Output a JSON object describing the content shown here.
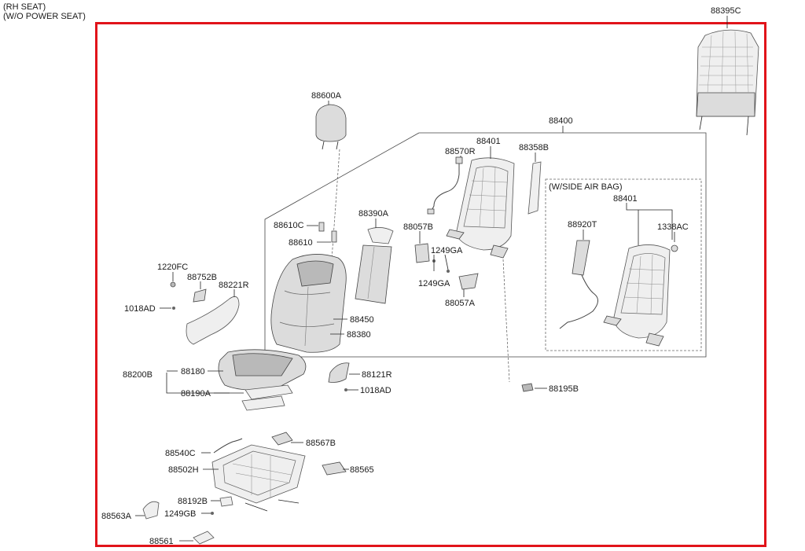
{
  "header": {
    "line1": "(RH SEAT)",
    "line2": "(W/O POWER SEAT)"
  },
  "subbox_title": "(W/SIDE AIR BAG)",
  "colors": {
    "frame": "#e1131a"
  },
  "parts": {
    "p88395C": "88395C",
    "p88600A": "88600A",
    "p88400": "88400",
    "p88401": "88401",
    "p88570R": "88570R",
    "p88358B": "88358B",
    "p88401b": "88401",
    "p88920T": "88920T",
    "p1338AC": "1338AC",
    "p88390A": "88390A",
    "p88057B": "88057B",
    "p1249GA_a": "1249GA",
    "p1249GA_b": "1249GA",
    "p88057A": "88057A",
    "p88610C": "88610C",
    "p88610": "88610",
    "p1220FC": "1220FC",
    "p88752B": "88752B",
    "p88221R": "88221R",
    "p1018AD_a": "1018AD",
    "p88450": "88450",
    "p88380": "88380",
    "p88200B": "88200B",
    "p88180": "88180",
    "p88190A": "88190A",
    "p88121R": "88121R",
    "p1018AD_b": "1018AD",
    "p88195B": "88195B",
    "p88540C": "88540C",
    "p88567B": "88567B",
    "p88502H": "88502H",
    "p88565": "88565",
    "p88192B": "88192B",
    "p1249GB": "1249GB",
    "p88563A": "88563A",
    "p88561": "88561"
  }
}
